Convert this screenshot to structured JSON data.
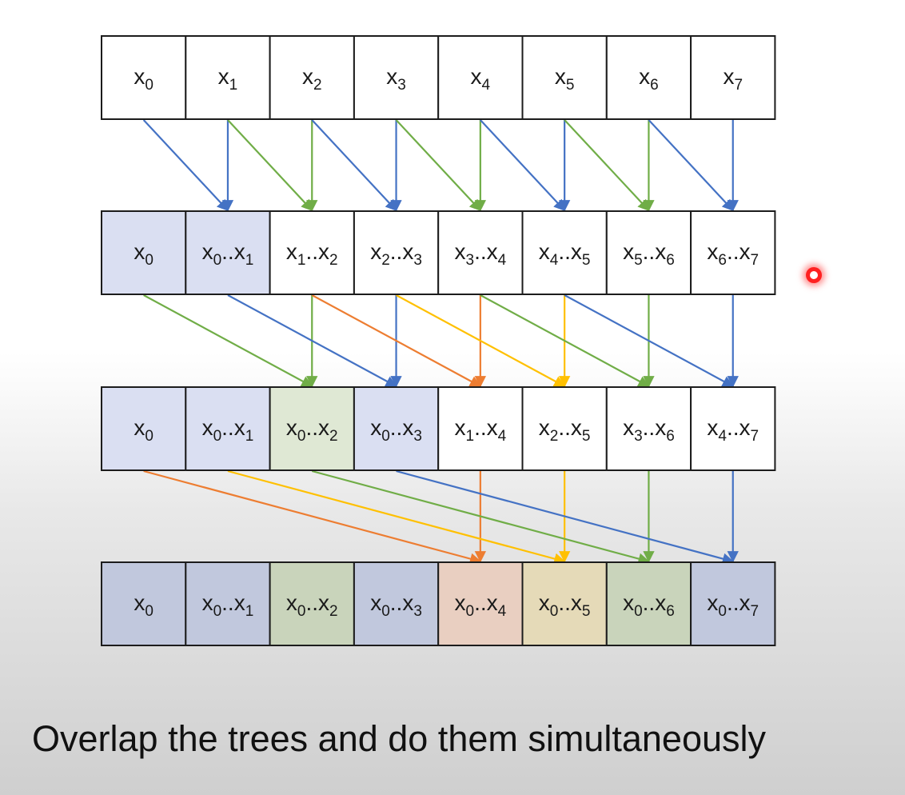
{
  "colors": {
    "blue": "#4472c4",
    "green": "#70ad47",
    "orange": "#ed7d31",
    "yellow": "#ffc000",
    "fill_white": "#ffffff",
    "fill_blue_light": "#dadff2",
    "fill_green_light": "#dfe8d4",
    "fill_blue_dark": "#c1c8dd",
    "fill_green_dark": "#c9d4bb",
    "fill_orange_dark": "#e9cfc1",
    "fill_yellow_dark": "#e5dab8"
  },
  "rows": [
    {
      "cells": [
        {
          "label": [
            [
              "x",
              "0"
            ]
          ],
          "fill": "white"
        },
        {
          "label": [
            [
              "x",
              "1"
            ]
          ],
          "fill": "white"
        },
        {
          "label": [
            [
              "x",
              "2"
            ]
          ],
          "fill": "white"
        },
        {
          "label": [
            [
              "x",
              "3"
            ]
          ],
          "fill": "white"
        },
        {
          "label": [
            [
              "x",
              "4"
            ]
          ],
          "fill": "white"
        },
        {
          "label": [
            [
              "x",
              "5"
            ]
          ],
          "fill": "white"
        },
        {
          "label": [
            [
              "x",
              "6"
            ]
          ],
          "fill": "white"
        },
        {
          "label": [
            [
              "x",
              "7"
            ]
          ],
          "fill": "white"
        }
      ]
    },
    {
      "cells": [
        {
          "label": [
            [
              "x",
              "0"
            ]
          ],
          "fill": "blue_light"
        },
        {
          "label": [
            [
              "x",
              "0"
            ],
            [
              "x",
              "1"
            ]
          ],
          "fill": "blue_light"
        },
        {
          "label": [
            [
              "x",
              "1"
            ],
            [
              "x",
              "2"
            ]
          ],
          "fill": "white"
        },
        {
          "label": [
            [
              "x",
              "2"
            ],
            [
              "x",
              "3"
            ]
          ],
          "fill": "white"
        },
        {
          "label": [
            [
              "x",
              "3"
            ],
            [
              "x",
              "4"
            ]
          ],
          "fill": "white"
        },
        {
          "label": [
            [
              "x",
              "4"
            ],
            [
              "x",
              "5"
            ]
          ],
          "fill": "white"
        },
        {
          "label": [
            [
              "x",
              "5"
            ],
            [
              "x",
              "6"
            ]
          ],
          "fill": "white"
        },
        {
          "label": [
            [
              "x",
              "6"
            ],
            [
              "x",
              "7"
            ]
          ],
          "fill": "white"
        }
      ]
    },
    {
      "cells": [
        {
          "label": [
            [
              "x",
              "0"
            ]
          ],
          "fill": "blue_light"
        },
        {
          "label": [
            [
              "x",
              "0"
            ],
            [
              "x",
              "1"
            ]
          ],
          "fill": "blue_light"
        },
        {
          "label": [
            [
              "x",
              "0"
            ],
            [
              "x",
              "2"
            ]
          ],
          "fill": "green_light"
        },
        {
          "label": [
            [
              "x",
              "0"
            ],
            [
              "x",
              "3"
            ]
          ],
          "fill": "blue_light"
        },
        {
          "label": [
            [
              "x",
              "1"
            ],
            [
              "x",
              "4"
            ]
          ],
          "fill": "white"
        },
        {
          "label": [
            [
              "x",
              "2"
            ],
            [
              "x",
              "5"
            ]
          ],
          "fill": "white"
        },
        {
          "label": [
            [
              "x",
              "3"
            ],
            [
              "x",
              "6"
            ]
          ],
          "fill": "white"
        },
        {
          "label": [
            [
              "x",
              "4"
            ],
            [
              "x",
              "7"
            ]
          ],
          "fill": "white"
        }
      ]
    },
    {
      "cells": [
        {
          "label": [
            [
              "x",
              "0"
            ]
          ],
          "fill": "blue_dark"
        },
        {
          "label": [
            [
              "x",
              "0"
            ],
            [
              "x",
              "1"
            ]
          ],
          "fill": "blue_dark"
        },
        {
          "label": [
            [
              "x",
              "0"
            ],
            [
              "x",
              "2"
            ]
          ],
          "fill": "green_dark"
        },
        {
          "label": [
            [
              "x",
              "0"
            ],
            [
              "x",
              "3"
            ]
          ],
          "fill": "blue_dark"
        },
        {
          "label": [
            [
              "x",
              "0"
            ],
            [
              "x",
              "4"
            ]
          ],
          "fill": "orange_dark"
        },
        {
          "label": [
            [
              "x",
              "0"
            ],
            [
              "x",
              "5"
            ]
          ],
          "fill": "yellow_dark"
        },
        {
          "label": [
            [
              "x",
              "0"
            ],
            [
              "x",
              "6"
            ]
          ],
          "fill": "green_dark"
        },
        {
          "label": [
            [
              "x",
              "0"
            ],
            [
              "x",
              "7"
            ]
          ],
          "fill": "blue_dark"
        }
      ]
    }
  ],
  "arrows": [
    {
      "from_row": 0,
      "from_col": 0,
      "to_col": 1,
      "color": "blue"
    },
    {
      "from_row": 0,
      "from_col": 1,
      "to_col": 1,
      "color": "blue"
    },
    {
      "from_row": 0,
      "from_col": 1,
      "to_col": 2,
      "color": "green"
    },
    {
      "from_row": 0,
      "from_col": 2,
      "to_col": 2,
      "color": "green"
    },
    {
      "from_row": 0,
      "from_col": 2,
      "to_col": 3,
      "color": "blue"
    },
    {
      "from_row": 0,
      "from_col": 3,
      "to_col": 3,
      "color": "blue"
    },
    {
      "from_row": 0,
      "from_col": 3,
      "to_col": 4,
      "color": "green"
    },
    {
      "from_row": 0,
      "from_col": 4,
      "to_col": 4,
      "color": "green"
    },
    {
      "from_row": 0,
      "from_col": 4,
      "to_col": 5,
      "color": "blue"
    },
    {
      "from_row": 0,
      "from_col": 5,
      "to_col": 5,
      "color": "blue"
    },
    {
      "from_row": 0,
      "from_col": 5,
      "to_col": 6,
      "color": "green"
    },
    {
      "from_row": 0,
      "from_col": 6,
      "to_col": 6,
      "color": "green"
    },
    {
      "from_row": 0,
      "from_col": 6,
      "to_col": 7,
      "color": "blue"
    },
    {
      "from_row": 0,
      "from_col": 7,
      "to_col": 7,
      "color": "blue"
    },
    {
      "from_row": 1,
      "from_col": 0,
      "to_col": 2,
      "color": "green"
    },
    {
      "from_row": 1,
      "from_col": 2,
      "to_col": 2,
      "color": "green"
    },
    {
      "from_row": 1,
      "from_col": 1,
      "to_col": 3,
      "color": "blue"
    },
    {
      "from_row": 1,
      "from_col": 3,
      "to_col": 3,
      "color": "blue"
    },
    {
      "from_row": 1,
      "from_col": 2,
      "to_col": 4,
      "color": "orange"
    },
    {
      "from_row": 1,
      "from_col": 4,
      "to_col": 4,
      "color": "orange"
    },
    {
      "from_row": 1,
      "from_col": 3,
      "to_col": 5,
      "color": "yellow"
    },
    {
      "from_row": 1,
      "from_col": 5,
      "to_col": 5,
      "color": "yellow"
    },
    {
      "from_row": 1,
      "from_col": 4,
      "to_col": 6,
      "color": "green"
    },
    {
      "from_row": 1,
      "from_col": 6,
      "to_col": 6,
      "color": "green"
    },
    {
      "from_row": 1,
      "from_col": 5,
      "to_col": 7,
      "color": "blue"
    },
    {
      "from_row": 1,
      "from_col": 7,
      "to_col": 7,
      "color": "blue"
    },
    {
      "from_row": 2,
      "from_col": 0,
      "to_col": 4,
      "color": "orange"
    },
    {
      "from_row": 2,
      "from_col": 4,
      "to_col": 4,
      "color": "orange"
    },
    {
      "from_row": 2,
      "from_col": 1,
      "to_col": 5,
      "color": "yellow"
    },
    {
      "from_row": 2,
      "from_col": 5,
      "to_col": 5,
      "color": "yellow"
    },
    {
      "from_row": 2,
      "from_col": 2,
      "to_col": 6,
      "color": "green"
    },
    {
      "from_row": 2,
      "from_col": 6,
      "to_col": 6,
      "color": "green"
    },
    {
      "from_row": 2,
      "from_col": 3,
      "to_col": 7,
      "color": "blue"
    },
    {
      "from_row": 2,
      "from_col": 7,
      "to_col": 7,
      "color": "blue"
    }
  ],
  "caption": "Overlap the trees and do them simultaneously"
}
